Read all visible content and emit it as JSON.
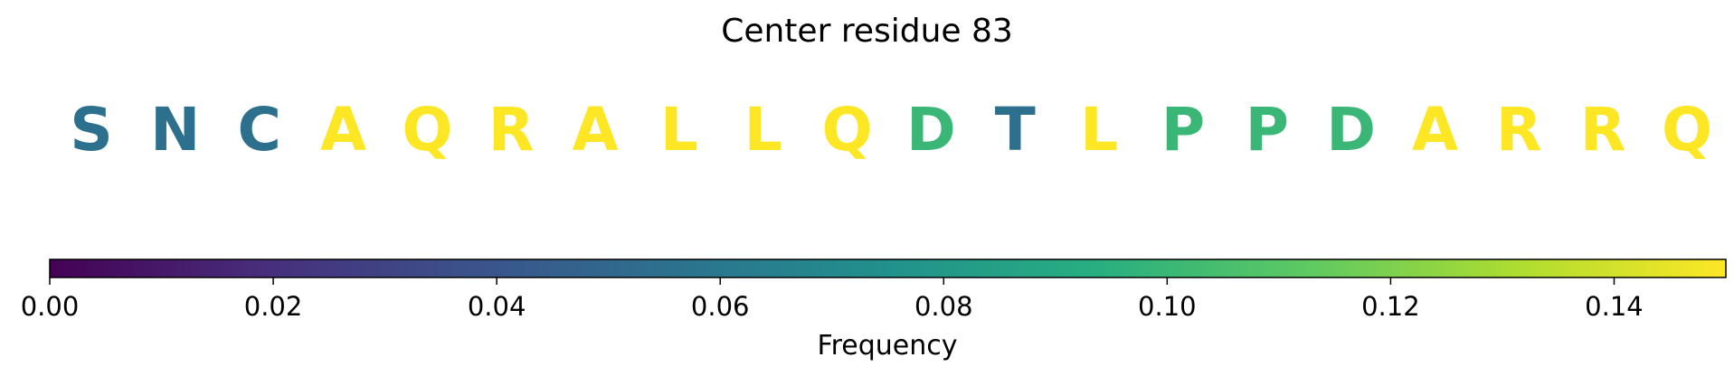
{
  "chart_data": {
    "type": "sequence-heatmap",
    "title": "Center residue 83",
    "residues": [
      {
        "letter": "S",
        "value": 0.055
      },
      {
        "letter": "N",
        "value": 0.055
      },
      {
        "letter": "C",
        "value": 0.055
      },
      {
        "letter": "A",
        "value": 0.15
      },
      {
        "letter": "Q",
        "value": 0.15
      },
      {
        "letter": "R",
        "value": 0.15
      },
      {
        "letter": "A",
        "value": 0.15
      },
      {
        "letter": "L",
        "value": 0.15
      },
      {
        "letter": "L",
        "value": 0.15
      },
      {
        "letter": "Q",
        "value": 0.15
      },
      {
        "letter": "D",
        "value": 0.1
      },
      {
        "letter": "T",
        "value": 0.055
      },
      {
        "letter": "L",
        "value": 0.15
      },
      {
        "letter": "P",
        "value": 0.1
      },
      {
        "letter": "P",
        "value": 0.1
      },
      {
        "letter": "D",
        "value": 0.1
      },
      {
        "letter": "A",
        "value": 0.15
      },
      {
        "letter": "R",
        "value": 0.15
      },
      {
        "letter": "R",
        "value": 0.15
      },
      {
        "letter": "Q",
        "value": 0.15
      }
    ],
    "colorbar": {
      "label": "Frequency",
      "range": [
        0.0,
        0.15
      ],
      "colormap": "viridis",
      "ticks": [
        0.0,
        0.02,
        0.04,
        0.06,
        0.08,
        0.1,
        0.12,
        0.14
      ],
      "tick_labels": [
        "0.00",
        "0.02",
        "0.04",
        "0.06",
        "0.08",
        "0.10",
        "0.12",
        "0.14"
      ]
    }
  }
}
